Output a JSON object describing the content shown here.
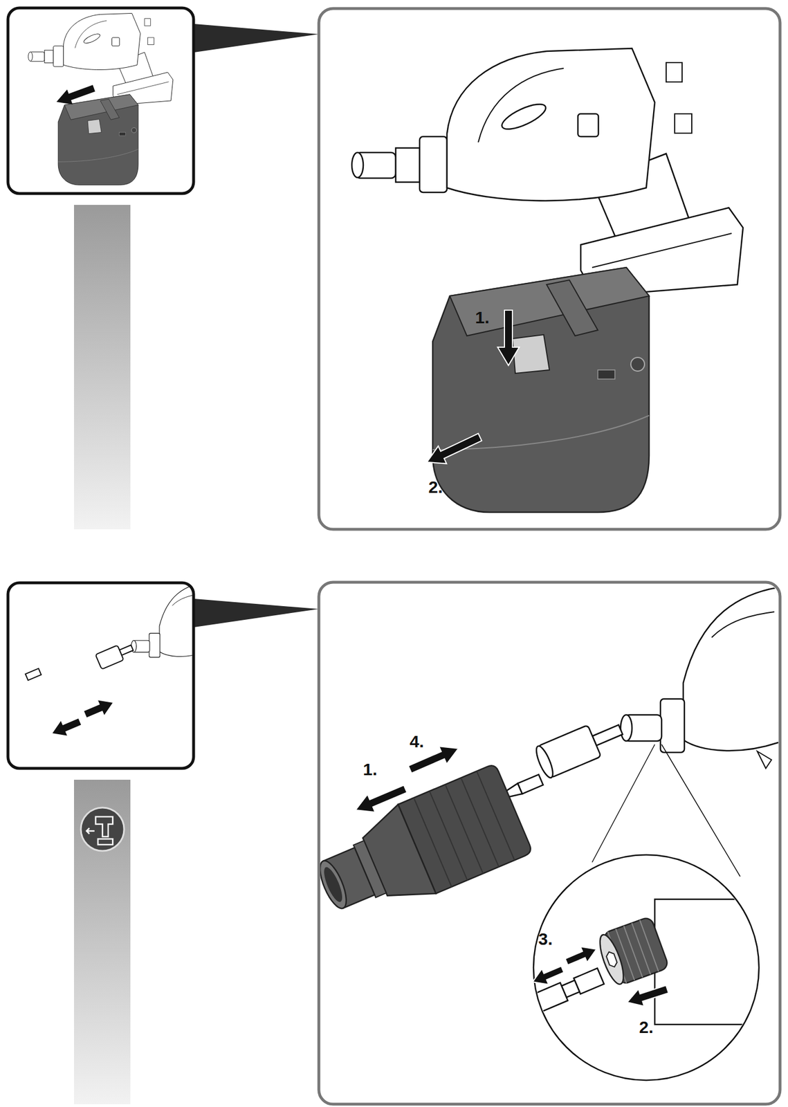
{
  "diagram": {
    "labels": [
      "1.",
      "2.",
      "4.",
      "1.",
      "3.",
      "2."
    ]
  }
}
